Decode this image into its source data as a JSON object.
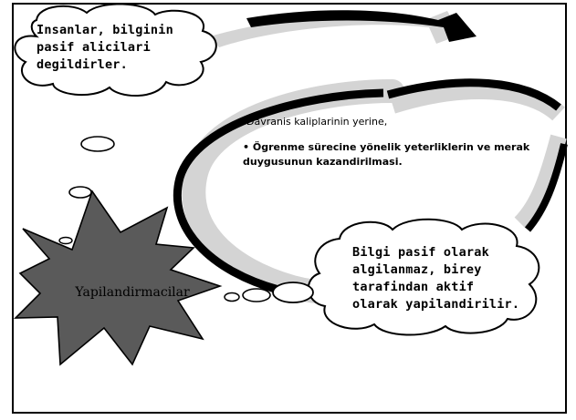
{
  "cloud_top_left": {
    "lines": [
      "Insanlar, bilginin",
      "pasif alicilari",
      "degildirler."
    ]
  },
  "center": {
    "lead": "Davranis kaliplarinin yerine,",
    "bullet": "• Ögrenme sürecine yönelik yeterliklerin ve merak duygusunun kazandirilmasi."
  },
  "cloud_bottom_right": {
    "lines": [
      "Bilgi pasif olarak",
      "algilanmaz, birey",
      "tarafindan aktif",
      "olarak yapilandirilir."
    ]
  },
  "star": {
    "label": "Yapilandirmacilar",
    "color": "#5a5a5a"
  },
  "colors": {
    "outline": "#000000",
    "shadow": "#d4d4d4",
    "arrow": "#000000"
  }
}
